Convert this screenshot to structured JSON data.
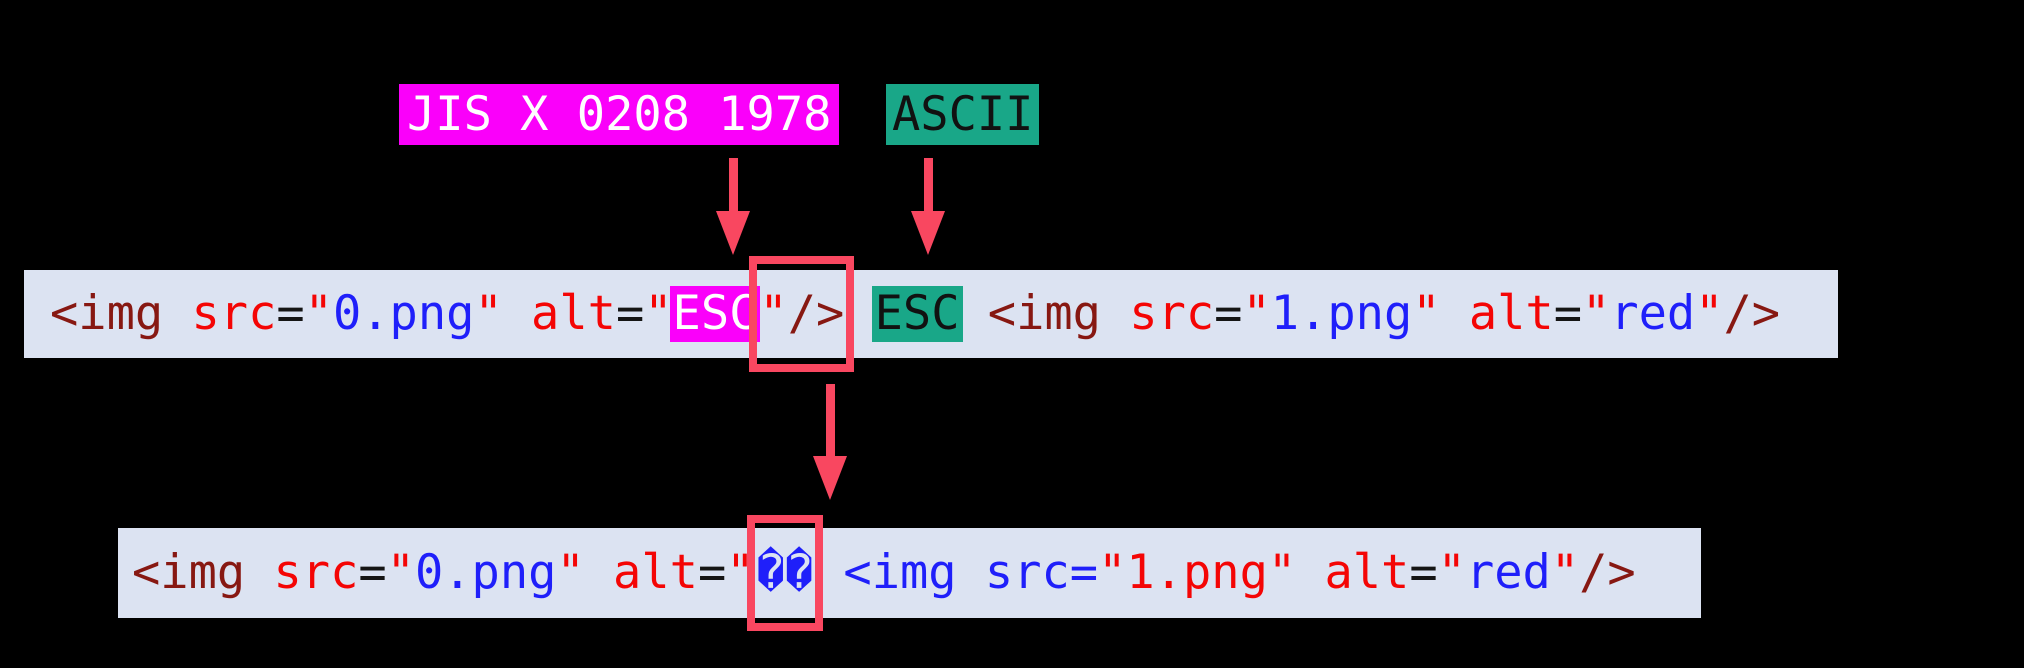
{
  "colors": {
    "magenta": "#fa00fa",
    "teal": "#19a788",
    "rose": "#f94760",
    "barbg": "#dce3f2",
    "tag": "#871812",
    "attr": "#f40505",
    "str": "#1f1ffa",
    "punct": "#151515"
  },
  "labels": {
    "jis": "JIS X 0208 1978",
    "ascii": "ASCII"
  },
  "code_source": {
    "tokens": [
      {
        "text": "<img",
        "type": "tag"
      },
      {
        "text": " ",
        "type": "plain"
      },
      {
        "text": "src",
        "type": "attr"
      },
      {
        "text": "=",
        "type": "punct"
      },
      {
        "text": "\"",
        "type": "attr"
      },
      {
        "text": "0.png",
        "type": "string"
      },
      {
        "text": "\"",
        "type": "attr"
      },
      {
        "text": " ",
        "type": "plain"
      },
      {
        "text": "alt",
        "type": "attr"
      },
      {
        "text": "=",
        "type": "punct"
      },
      {
        "text": "\"",
        "type": "attr"
      },
      {
        "text": "ESC",
        "type": "esc-jis"
      },
      {
        "text": "\"",
        "type": "attr",
        "box": true
      },
      {
        "text": "/>",
        "type": "tag",
        "box": true
      },
      {
        "text": " ",
        "type": "plain"
      },
      {
        "text": "ESC",
        "type": "esc-ascii"
      },
      {
        "text": " ",
        "type": "plain"
      },
      {
        "text": "<img",
        "type": "tag"
      },
      {
        "text": " ",
        "type": "plain"
      },
      {
        "text": "src",
        "type": "attr"
      },
      {
        "text": "=",
        "type": "punct"
      },
      {
        "text": "\"",
        "type": "attr"
      },
      {
        "text": "1.png",
        "type": "string"
      },
      {
        "text": "\"",
        "type": "attr"
      },
      {
        "text": " ",
        "type": "plain"
      },
      {
        "text": "alt",
        "type": "attr"
      },
      {
        "text": "=",
        "type": "punct"
      },
      {
        "text": "\"",
        "type": "attr"
      },
      {
        "text": "red",
        "type": "string"
      },
      {
        "text": "\"",
        "type": "attr"
      },
      {
        "text": "/>",
        "type": "tag"
      }
    ]
  },
  "code_result": {
    "tokens": [
      {
        "text": "<img",
        "type": "tag"
      },
      {
        "text": " ",
        "type": "plain"
      },
      {
        "text": "src",
        "type": "attr"
      },
      {
        "text": "=",
        "type": "punct"
      },
      {
        "text": "\"",
        "type": "attr"
      },
      {
        "text": "0.png",
        "type": "string"
      },
      {
        "text": "\"",
        "type": "attr"
      },
      {
        "text": " ",
        "type": "plain"
      },
      {
        "text": "alt",
        "type": "attr"
      },
      {
        "text": "=",
        "type": "punct"
      },
      {
        "text": "\"",
        "type": "attr"
      },
      {
        "text": "��",
        "type": "string",
        "box": true
      },
      {
        "text": " ",
        "type": "plain"
      },
      {
        "text": "<img",
        "type": "string"
      },
      {
        "text": " ",
        "type": "plain"
      },
      {
        "text": "src",
        "type": "string"
      },
      {
        "text": "=",
        "type": "string"
      },
      {
        "text": "\"",
        "type": "attr"
      },
      {
        "text": "1.png",
        "type": "attr"
      },
      {
        "text": "\"",
        "type": "attr"
      },
      {
        "text": " ",
        "type": "plain"
      },
      {
        "text": "alt",
        "type": "attr"
      },
      {
        "text": "=",
        "type": "punct"
      },
      {
        "text": "\"",
        "type": "attr"
      },
      {
        "text": "red",
        "type": "string"
      },
      {
        "text": "\"",
        "type": "attr"
      },
      {
        "text": "/>",
        "type": "tag"
      }
    ]
  }
}
